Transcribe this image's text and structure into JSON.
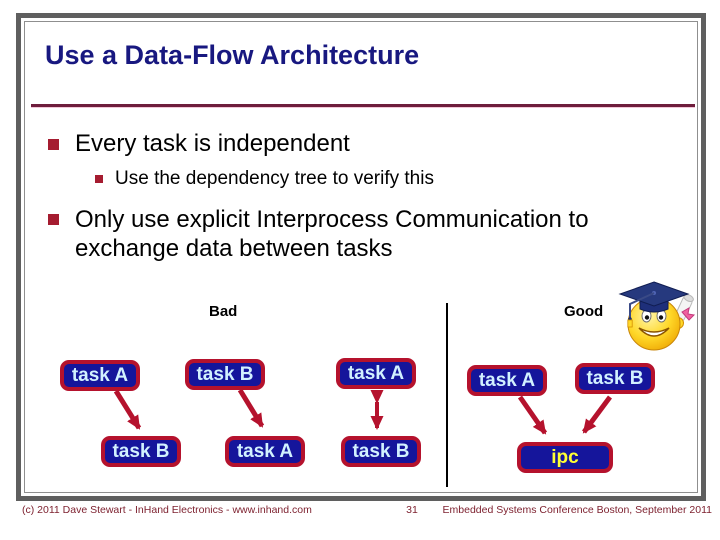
{
  "slide": {
    "title": "Use a Data-Flow Architecture",
    "bullet1": "Every task is independent",
    "sub_bullet": "Use the dependency tree to verify this",
    "bullet2": "Only use explicit Interprocess Communication to exchange data between tasks"
  },
  "diagram": {
    "bad_label": "Bad",
    "good_label": "Good",
    "bad_pairs": [
      {
        "top": "task A",
        "bottom": "task B"
      },
      {
        "top": "task B",
        "bottom": "task A"
      },
      {
        "top": "task A",
        "bottom": "task B"
      }
    ],
    "good": {
      "left": "task A",
      "right": "task B",
      "ipc": "ipc"
    },
    "icons": {
      "mascot": "graduate-smiley-icon"
    }
  },
  "footer": {
    "copyright": "(c) 2011 Dave Stewart - InHand Electronics - www.inhand.com",
    "page_number": "31",
    "conference": "Embedded Systems Conference Boston, September 2011"
  },
  "colors": {
    "title_navy": "#181880",
    "box_fill_navy": "#15159b",
    "crimson": "#b5122d",
    "box_text_light_blue": "#d2f1ff",
    "ipc_text_yellow": "#ffff33",
    "bullet_square": "#a51c30",
    "title_rule_maroon": "#6e1d3c",
    "footer_maroon": "#7e2230",
    "frame_gray": "#5f5f5f"
  }
}
